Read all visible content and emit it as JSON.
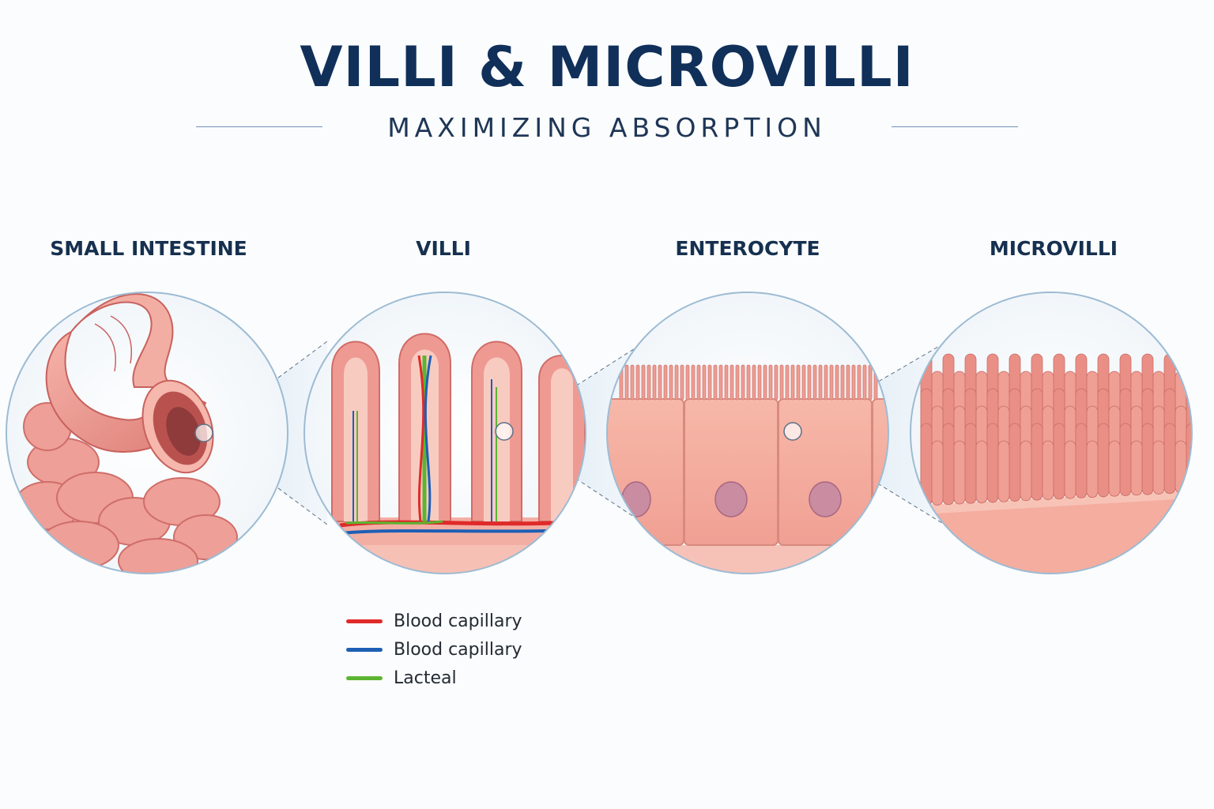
{
  "header": {
    "title": "VILLI & MICROVILLI",
    "subtitle": "MAXIMIZING ABSORPTION"
  },
  "panels": [
    {
      "label": "SMALL INTESTINE"
    },
    {
      "label": "VILLI"
    },
    {
      "label": "ENTEROCYTE"
    },
    {
      "label": "MICROVILLI"
    }
  ],
  "legend": [
    {
      "label": "Blood capillary",
      "color": "#e02a2a"
    },
    {
      "label": "Blood capillary",
      "color": "#1d5fb5"
    },
    {
      "label": "Lacteal",
      "color": "#5bb531"
    }
  ],
  "colors": {
    "tissue": "#f0a29a",
    "tissue_dark": "#d86f6a",
    "circle_border": "#9dbbd3",
    "title": "#10305a"
  }
}
